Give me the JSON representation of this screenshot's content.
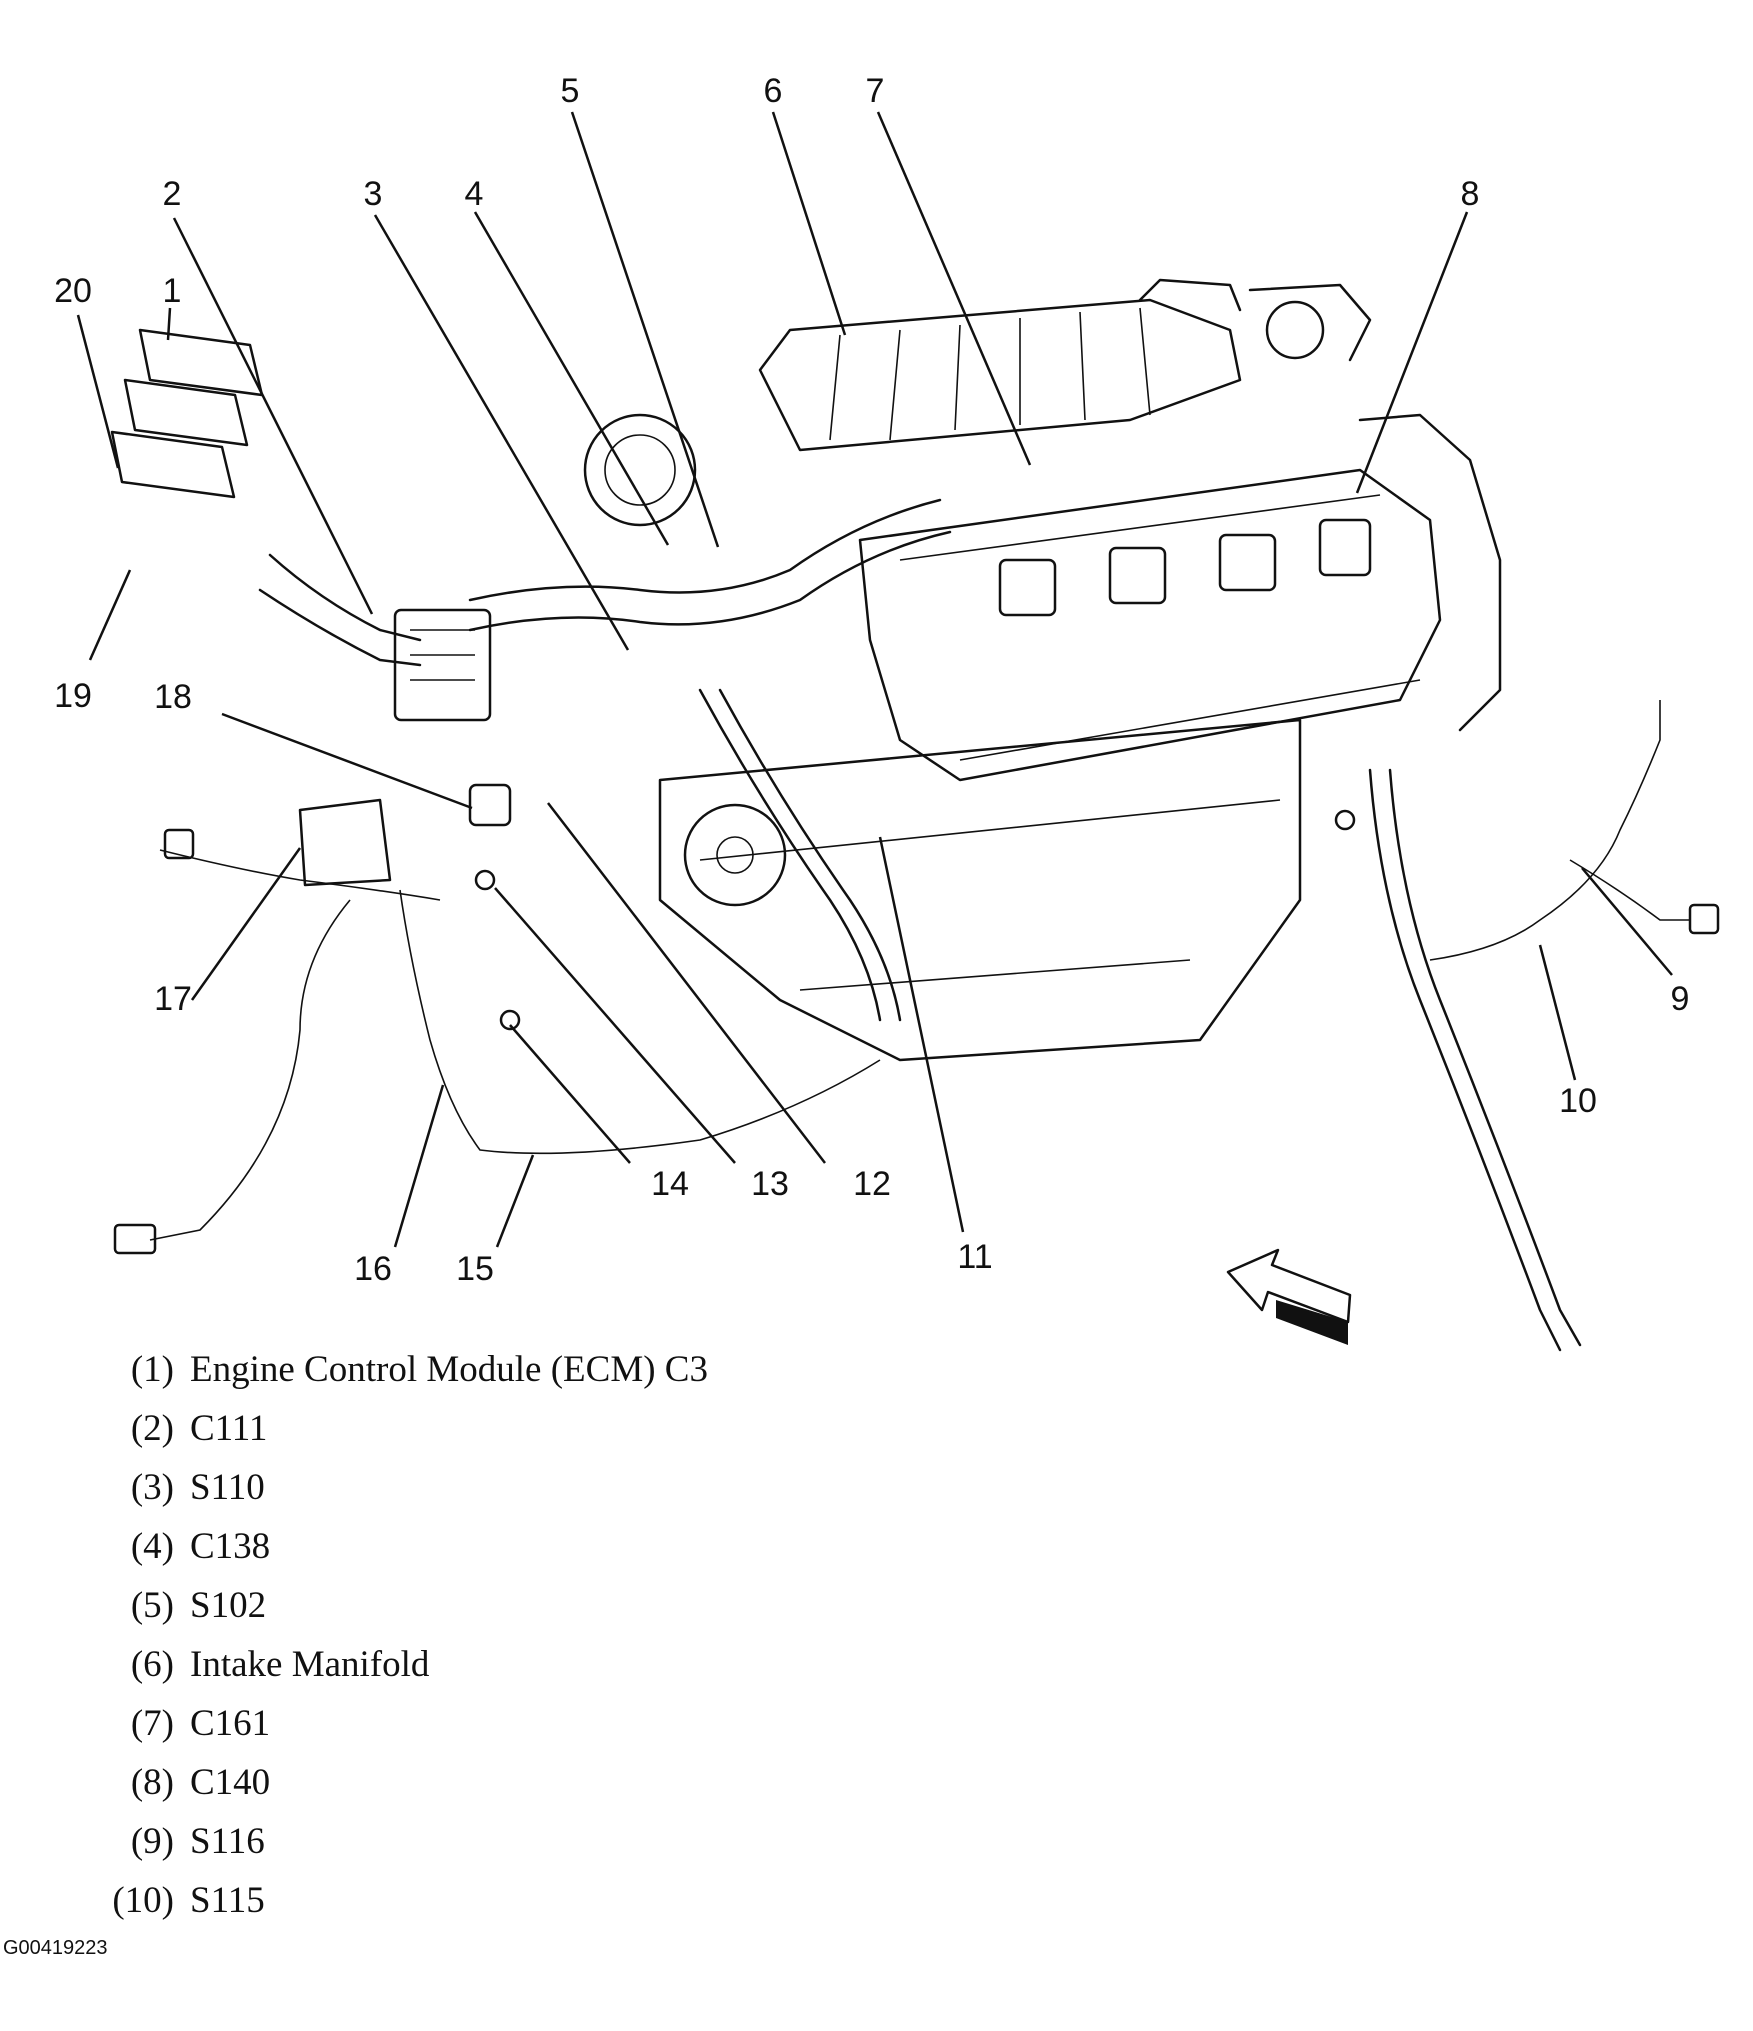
{
  "figure_id": "G00419223",
  "callouts": [
    {
      "n": "1"
    },
    {
      "n": "2"
    },
    {
      "n": "3"
    },
    {
      "n": "4"
    },
    {
      "n": "5"
    },
    {
      "n": "6"
    },
    {
      "n": "7"
    },
    {
      "n": "8"
    },
    {
      "n": "9"
    },
    {
      "n": "10"
    },
    {
      "n": "11"
    },
    {
      "n": "12"
    },
    {
      "n": "13"
    },
    {
      "n": "14"
    },
    {
      "n": "15"
    },
    {
      "n": "16"
    },
    {
      "n": "17"
    },
    {
      "n": "18"
    },
    {
      "n": "19"
    },
    {
      "n": "20"
    }
  ],
  "legend": [
    {
      "num": "(1)",
      "text": "Engine Control Module (ECM) C3"
    },
    {
      "num": "(2)",
      "text": "C111"
    },
    {
      "num": "(3)",
      "text": "S110"
    },
    {
      "num": "(4)",
      "text": "C138"
    },
    {
      "num": "(5)",
      "text": "S102"
    },
    {
      "num": "(6)",
      "text": "Intake Manifold"
    },
    {
      "num": "(7)",
      "text": "C161"
    },
    {
      "num": "(8)",
      "text": "C140"
    },
    {
      "num": "(9)",
      "text": "S116"
    },
    {
      "num": "(10)",
      "text": "S115"
    }
  ]
}
